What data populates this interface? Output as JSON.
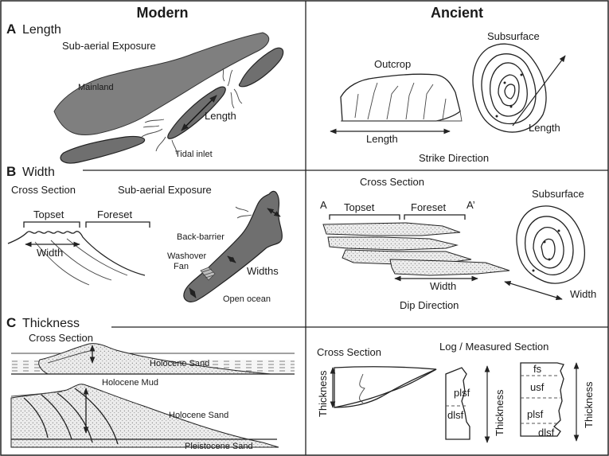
{
  "headers": {
    "modern": "Modern",
    "ancient": "Ancient"
  },
  "sections": {
    "length": {
      "letter": "A",
      "title": "Length"
    },
    "width": {
      "letter": "B",
      "title": "Width"
    },
    "thickness": {
      "letter": "C",
      "title": "Thickness"
    }
  },
  "length_modern": {
    "sub_aerial": "Sub-aerial Exposure",
    "mainland": "Mainland",
    "length": "Length",
    "tidal_inlet": "Tidal inlet"
  },
  "length_ancient": {
    "outcrop": "Outcrop",
    "subsurface": "Subsurface",
    "length_outcrop": "Length",
    "length_subsurface": "Length",
    "strike": "Strike Direction"
  },
  "width_modern": {
    "cross_section": "Cross Section",
    "sub_aerial": "Sub-aerial Exposure",
    "topset": "Topset",
    "foreset": "Foreset",
    "width": "Width",
    "back_barrier": "Back-barrier",
    "washover_1": "Washover",
    "washover_2": "Fan",
    "widths": "Widths",
    "open_ocean": "Open ocean"
  },
  "width_ancient": {
    "cross_section": "Cross Section",
    "a": "A",
    "a_prime": "A’",
    "topset": "Topset",
    "foreset": "Foreset",
    "subsurface": "Subsurface",
    "width_section": "Width",
    "width_subsurface": "Width",
    "dip": "Dip Direction"
  },
  "thickness_modern": {
    "cross_section": "Cross Section",
    "holocene_sand_1": "Holocene Sand",
    "holocene_mud": "Holocene Mud",
    "holocene_sand_2": "Holocene Sand",
    "pleistocene_sand": "Pleistocene Sand"
  },
  "thickness_ancient": {
    "cross_section": "Cross Section",
    "log": "Log / Measured Section",
    "thickness_1": "Thickness",
    "thickness_2": "Thickness",
    "thickness_3": "Thickness",
    "plsf_1": "plsf",
    "dlsf_1": "dlsf",
    "fs": "fs",
    "usf": "usf",
    "plsf_2": "plsf",
    "dlsf_2": "dlsf"
  }
}
